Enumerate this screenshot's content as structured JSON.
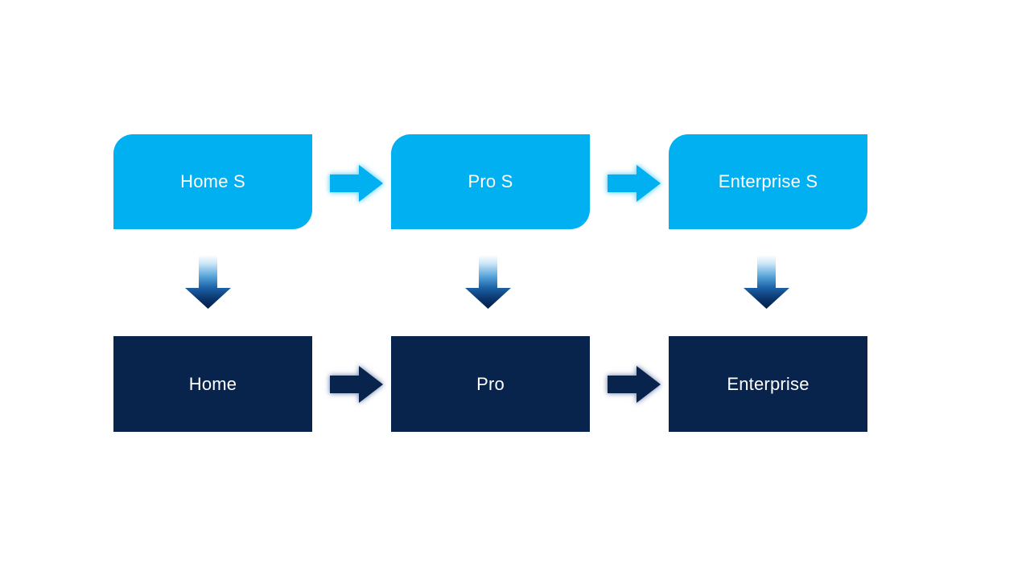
{
  "diagram": {
    "description": "Edition upgrade flow diagram with two tiers",
    "top_row": [
      {
        "label": "Home S"
      },
      {
        "label": "Pro S"
      },
      {
        "label": "Enterprise S"
      }
    ],
    "bottom_row": [
      {
        "label": "Home"
      },
      {
        "label": "Pro"
      },
      {
        "label": "Enterprise"
      }
    ],
    "edges": [
      {
        "from": "Home S",
        "to": "Pro S",
        "direction": "right",
        "style": "light-blue-glow"
      },
      {
        "from": "Pro S",
        "to": "Enterprise S",
        "direction": "right",
        "style": "light-blue-glow"
      },
      {
        "from": "Home S",
        "to": "Home",
        "direction": "down",
        "style": "blue-gradient"
      },
      {
        "from": "Pro S",
        "to": "Pro",
        "direction": "down",
        "style": "blue-gradient"
      },
      {
        "from": "Enterprise S",
        "to": "Enterprise",
        "direction": "down",
        "style": "blue-gradient"
      },
      {
        "from": "Home",
        "to": "Pro",
        "direction": "right",
        "style": "navy-glow"
      },
      {
        "from": "Pro",
        "to": "Enterprise",
        "direction": "right",
        "style": "navy-glow"
      }
    ],
    "colors": {
      "top_box_fill": "#00b0f0",
      "bottom_box_fill": "#09244c",
      "label_text": "#ffffff",
      "background": "#ffffff",
      "down_arrow_gradient_top": "#f7fcff",
      "down_arrow_gradient_bottom": "#041f47",
      "light_arrow_glow": "#80d9fa",
      "dark_arrow_glow": "#8294b8"
    }
  }
}
